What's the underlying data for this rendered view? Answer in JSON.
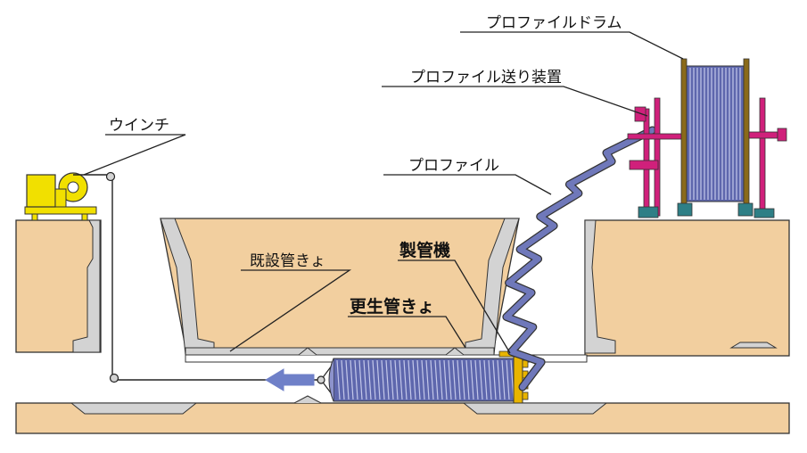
{
  "labels": {
    "drum": "プロファイルドラム",
    "feeder": "プロファイル送り装置",
    "winch": "ウインチ",
    "profile": "プロファイル",
    "machine": "製管機",
    "existing_pipe": "既設管きょ",
    "renewed_pipe": "更生管きょ"
  },
  "colors": {
    "soil": "#f2cf9f",
    "outline": "#333333",
    "concrete": "#d3d3d3",
    "profile_blue": "#5e67ad",
    "profile_light": "#8d93cc",
    "feeder_magenta": "#d0207b",
    "winch_yellow": "#f1e000",
    "drum_frame": "#8a6a1a",
    "base_teal": "#2e7f86",
    "arrow_blue": "#6f80c8",
    "machine_gold": "#e8b400"
  },
  "icons": {
    "arrow": "arrow-left-icon",
    "winch": "winch-icon",
    "pulley": "pulley-icon",
    "drum": "drum-icon"
  }
}
